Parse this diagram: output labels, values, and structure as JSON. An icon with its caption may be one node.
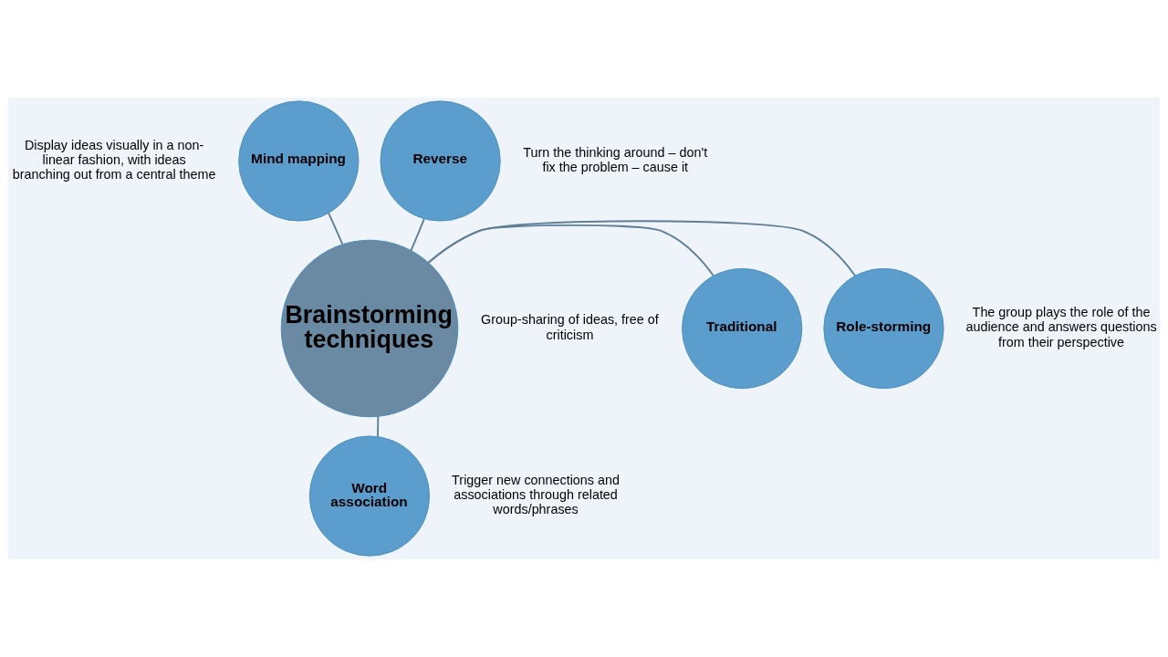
{
  "diagram": {
    "nodes": [
      {
        "text": [
          "Brainstorming techniques"
        ]
      },
      {
        "text": [
          "Mind mapping"
        ],
        "beside": [
          "Display ideas visually in a non-linear fashion, with ideas branching out from a central theme"
        ]
      },
      {
        "text": [
          "Reverse"
        ],
        "beside": [
          "Turn the thinking around – don't fix the problem – cause it"
        ]
      },
      {
        "text": [
          "Traditional"
        ],
        "beside": [
          "Group-sharing of ideas, free of criticism"
        ]
      },
      {
        "text": [
          "Role-storming"
        ],
        "beside": [
          "The group plays the role of the audience and answers questions from their perspective"
        ]
      },
      {
        "text": [
          "Word association"
        ],
        "beside": [
          "Trigger new connections and associations through related words/phrases"
        ]
      }
    ],
    "edges": [
      {
        "from": 0,
        "to": 1,
        "arrow": "none"
      },
      {
        "from": 0,
        "to": 2,
        "arrow": "none"
      },
      {
        "from": 0,
        "to": 3,
        "arrow": "none"
      },
      {
        "from": 0,
        "to": 4,
        "arrow": "none"
      },
      {
        "from": 0,
        "to": 5,
        "arrow": "none"
      }
    ]
  }
}
